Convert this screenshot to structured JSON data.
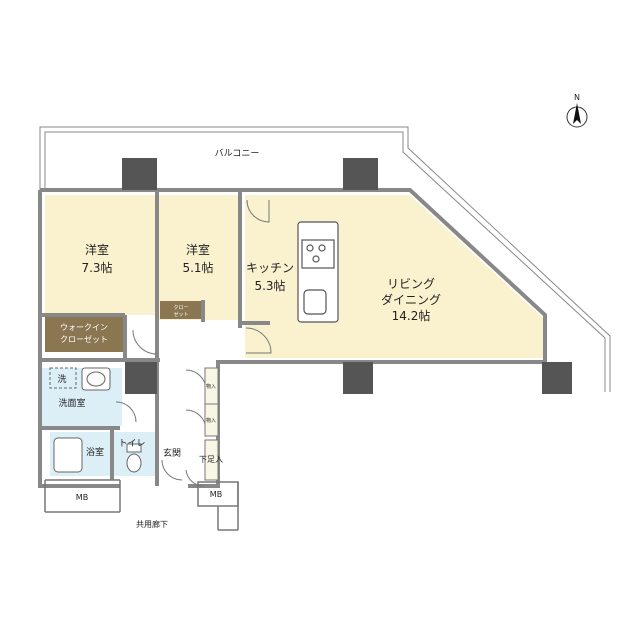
{
  "compass": {
    "label": "N"
  },
  "rooms": {
    "balcony": "バルコニー",
    "western1": {
      "name": "洋室",
      "size": "7.3帖"
    },
    "western2": {
      "name": "洋室",
      "size": "5.1帖"
    },
    "closet": {
      "line1": "クロー",
      "line2": "ゼット"
    },
    "walkin": {
      "line1": "ウォークイン",
      "line2": "クローゼット"
    },
    "kitchen": {
      "name": "キッチン",
      "size": "5.3帖"
    },
    "living": {
      "line1": "リビング",
      "line2": "ダイニング",
      "size": "14.2帖"
    },
    "wash": "洗",
    "washroom": "洗面室",
    "bath": "浴室",
    "toilet": "トイレ",
    "entrance": "玄関",
    "storage1": "物入",
    "storage2": "物入",
    "shoebox": "下足入",
    "mb_left": "MB",
    "mb_right": "MB",
    "corridor": "共用廊下"
  },
  "colors": {
    "room_fill": "#faf1cf",
    "wet_fill": "#dceef6",
    "closet_fill": "#8a7650",
    "pillar": "#555555",
    "wall": "#888888"
  }
}
